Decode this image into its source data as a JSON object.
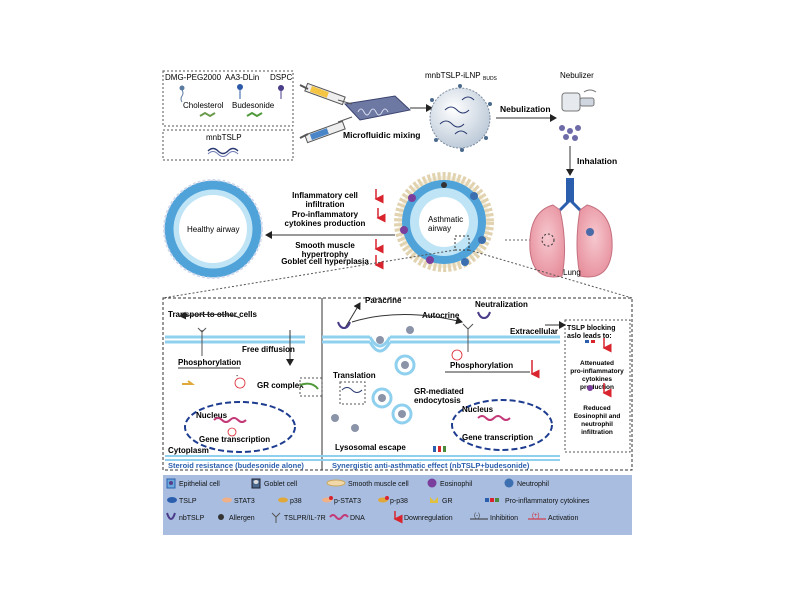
{
  "top": {
    "components": {
      "dmg": "DMG-PEG2000",
      "aa3": "AA3-DLin",
      "dspc": "DSPC",
      "chol": "Cholesterol",
      "bud": "Budesonide"
    },
    "mrna_label": "mnbTSLP",
    "mixing_label": "Microfluidic mixing",
    "lnp_label": "mnbTSLP-iLNP",
    "lnp_sub": "BUDS",
    "nebulizer_label": "Nebulizer",
    "nebulization_label": "Nebulization",
    "inhalation_label": "Inhalation"
  },
  "middle": {
    "healthy_label": "Healthy airway",
    "asthmatic_label": "Asthmatic airway",
    "lung_label": "Lung",
    "effects": [
      "Inflammatory cell infiltration",
      "Pro-inflammatory cytokines production",
      "Smooth muscle hypertrophy",
      "Goblet cell hyperplasia"
    ]
  },
  "left_panel": {
    "transport": "Transport to other cells",
    "free_diffusion": "Free diffusion",
    "phosphorylation": "Phosphorylation",
    "gr_complex": "GR complex",
    "nucleus": "Nucleus",
    "gene_transcription": "Gene transcription",
    "cytoplasm": "Cytoplasm",
    "footer": "Steroid resistance (budesonide alone)"
  },
  "right_panel": {
    "paracrine": "Paracrine",
    "autocrine": "Autocrine",
    "neutralization": "Neutralization",
    "extracellular": "Extracellular",
    "translation": "Translation",
    "gr_endocytosis": "GR-mediated endocytosis",
    "phosphorylation": "Phosphorylation",
    "nucleus": "Nucleus",
    "gene_transcription": "Gene transcription",
    "lysosomal_escape": "Lysosomal escape",
    "footer": "Synergistic anti-asthmatic effect (nbTSLP+budesonide)"
  },
  "side_box": {
    "title": "TSLP blocking aslo leads to:",
    "attenuated": "Attenuated pro-inflammatory cytokines production",
    "reduced": "Reduced Eosinophil and neutrophil infiltration"
  },
  "legend": [
    {
      "label": "Epithelial cell",
      "icon": "epithelial-cell-icon"
    },
    {
      "label": "Goblet cell",
      "icon": "goblet-cell-icon"
    },
    {
      "label": "Smooth muscle cell",
      "icon": "smooth-muscle-icon"
    },
    {
      "label": "Eosinophil",
      "icon": "eosinophil-icon"
    },
    {
      "label": "Neutrophil",
      "icon": "neutrophil-icon"
    },
    {
      "label": "TSLP",
      "icon": "tslp-icon"
    },
    {
      "label": "STAT3",
      "icon": "stat3-icon"
    },
    {
      "label": "p38",
      "icon": "p38-icon"
    },
    {
      "label": "p-STAT3",
      "icon": "pstat3-icon"
    },
    {
      "label": "p-p38",
      "icon": "pp38-icon"
    },
    {
      "label": "GR",
      "icon": "gr-icon"
    },
    {
      "label": "Pro-inflammatory cytokines",
      "icon": "cytokine-icon"
    },
    {
      "label": "nbTSLP",
      "icon": "nbtslp-icon"
    },
    {
      "label": "Allergen",
      "icon": "allergen-icon"
    },
    {
      "label": "TSLPR/IL-7R",
      "icon": "receptor-icon"
    },
    {
      "label": "DNA",
      "icon": "dna-icon"
    },
    {
      "label": "Downregulation",
      "icon": "downregulation-icon"
    },
    {
      "label": "Inhibition",
      "icon": "inhibition-icon"
    },
    {
      "label": "Activation",
      "icon": "activation-icon"
    }
  ],
  "symbols": {
    "minus": "(-)",
    "plus": "(+)",
    "minus_plain": "-",
    "plus_plain": "+"
  },
  "colors": {
    "airway_blue": "#4fa3d9",
    "legend_bg": "#a8bde0",
    "arrow_red": "#d9232d",
    "membrane": "#8fd0ee",
    "nucleus_dash": "#1d3c8f"
  }
}
